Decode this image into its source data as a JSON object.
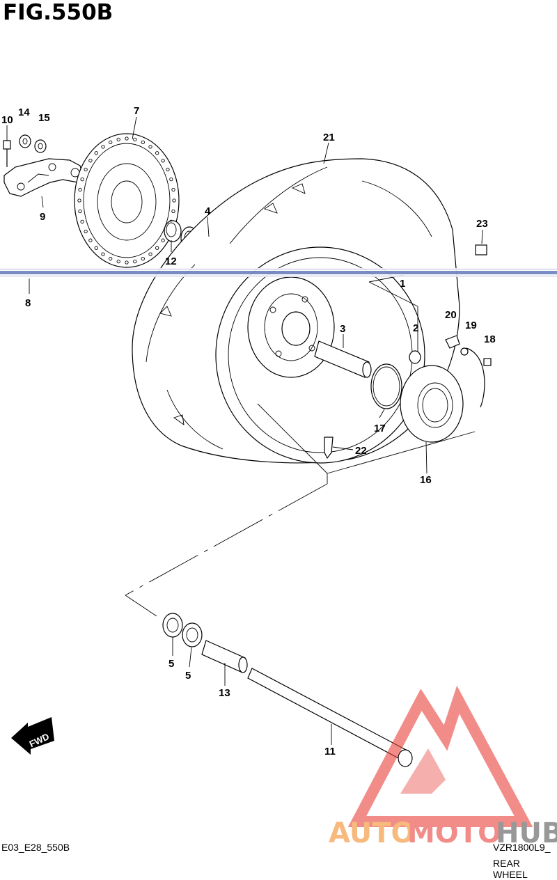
{
  "figure_title": "FIG.550B",
  "footer": {
    "left_code": "E03_E28_550B",
    "model": "VZR1800L9_",
    "section": "REAR WHEEL"
  },
  "watermark": {
    "brand_auto": "AUTO",
    "brand_moto": "MOTO",
    "brand_hub": "HUB"
  },
  "fwd_arrow_label": "FWD",
  "callouts": [
    "10",
    "14",
    "15",
    "7",
    "9",
    "21",
    "4",
    "12",
    "23",
    "8",
    "1",
    "3",
    "2",
    "20",
    "19",
    "18",
    "17",
    "22",
    "16",
    "5",
    "5",
    "13",
    "11"
  ],
  "colors": {
    "line": "#000000",
    "scan_band": "#1f3f9c",
    "watermark_red": "#e8413a",
    "watermark_orange": "#f28c28",
    "watermark_gray": "#555555"
  }
}
